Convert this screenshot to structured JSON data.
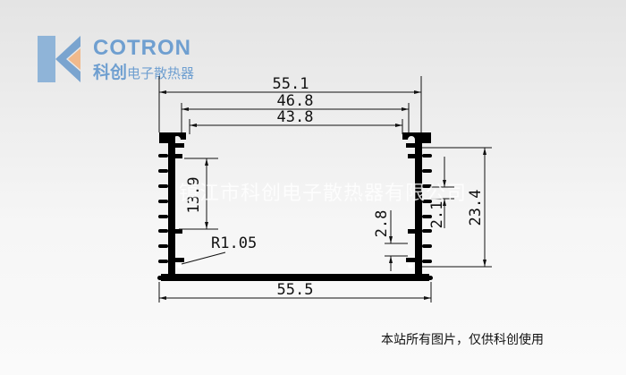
{
  "logo": {
    "brand_en": "COTRON",
    "brand_cn": "科创",
    "tagline_cn": "电子散热器"
  },
  "watermark": "镇江市科创电子散热器有限公司",
  "dimensions": {
    "overall_top_width": "55.1",
    "inner_top_width": "46.8",
    "inner_width": "43.8",
    "bottom_width": "55.5",
    "inner_height": "13.9",
    "overall_height": "23.4",
    "slot_gap_right": "2.1",
    "slot_gap_inner": "2.8",
    "radius": "R1.05"
  },
  "footer": "本站所有图片，仅供科创使用"
}
